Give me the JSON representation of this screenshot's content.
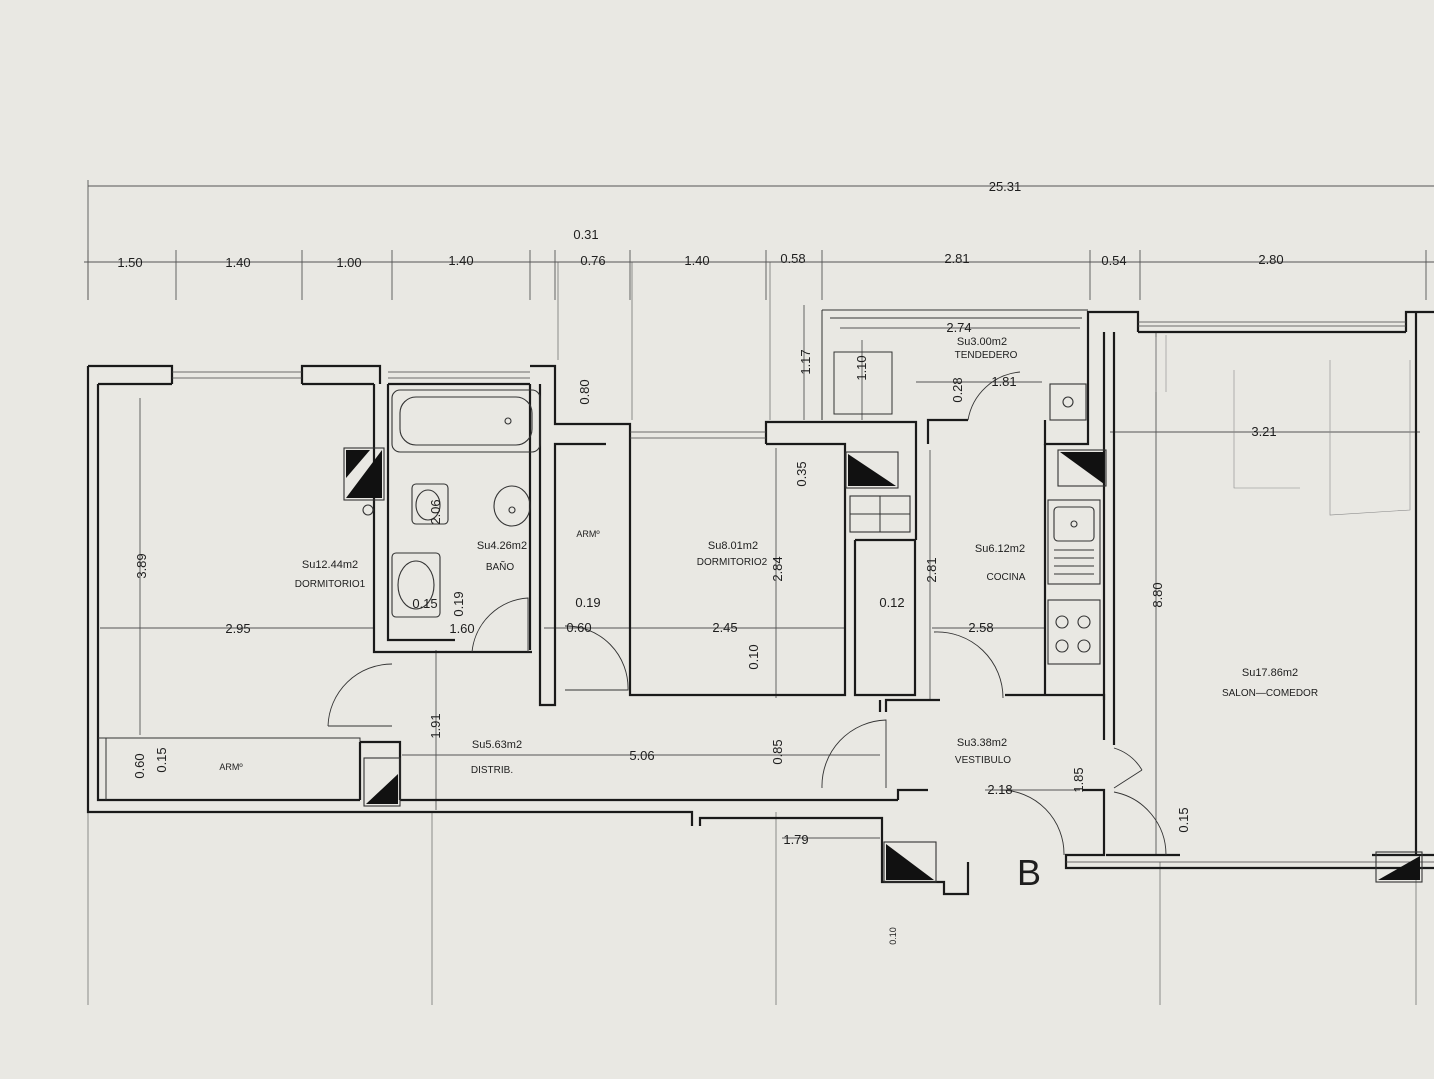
{
  "dimensions": {
    "total_width": "25.31",
    "top_segments": [
      "1.50",
      "1.40",
      "1.00",
      "1.40",
      "0.31",
      "0.76",
      "1.40",
      "0.58",
      "2.81",
      "0.54",
      "2.80"
    ],
    "interior": [
      "2.74",
      "1.17",
      "1.10",
      "0.28",
      "1.81",
      "0.80",
      "3.89",
      "2.95",
      "0.35",
      "2.84",
      "2.45",
      "0.10",
      "0.19",
      "0.60",
      "0.19",
      "2.81",
      "0.12",
      "2.58",
      "8.80",
      "3.21",
      "0.15",
      "0.85",
      "1.91",
      "5.06",
      "0.60",
      "0.15",
      "1.79",
      "2.18",
      "1.85",
      "1.60",
      "2.06",
      "0.15",
      "0.10"
    ]
  },
  "rooms": [
    {
      "area": "Su12.44m2",
      "name": "DORMITORIO1"
    },
    {
      "area": "Su4.26m2",
      "name": "BAÑO"
    },
    {
      "area": "Su8.01m2",
      "name": "DORMITORIO2"
    },
    {
      "area": "Su3.00m2",
      "name": "TENDEDERO"
    },
    {
      "area": "Su6.12m2",
      "name": "COCINA"
    },
    {
      "area": "Su17.86m2",
      "name": "SALON—COMEDOR"
    },
    {
      "area": "Su5.63m2",
      "name": "DISTRIB."
    },
    {
      "area": "Su3.38m2",
      "name": "VESTIBULO"
    }
  ],
  "closets": [
    "ARMº",
    "ARMº"
  ],
  "unit_letter": "B",
  "colors": {
    "paper": "#e9e8e3",
    "ink": "#1a1a1a"
  }
}
